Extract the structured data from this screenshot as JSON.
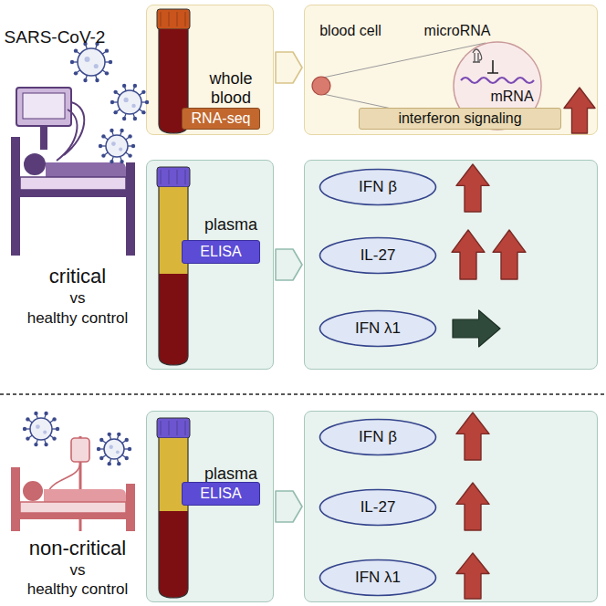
{
  "diagram": {
    "nodes": [
      {
        "text": [
          "whole blood"
        ]
      },
      {
        "text": [
          "RNA-seq"
        ],
        "in": 0
      },
      {
        "text": [
          "blood cell",
          "microRNA",
          "mRNA"
        ]
      },
      {
        "text": [
          "interferon signaling"
        ],
        "in": 2
      },
      {
        "text": [
          "plasma"
        ]
      },
      {
        "text": [
          "ELISA"
        ],
        "in": 4
      },
      {
        "text": []
      },
      {
        "text": [
          "IFN β"
        ],
        "in": 6
      },
      {
        "text": [
          "IL-27"
        ],
        "in": 6
      },
      {
        "text": [
          "IFN λ1"
        ],
        "in": 6
      },
      {
        "text": [
          "plasma"
        ]
      },
      {
        "text": [
          "ELISA"
        ],
        "in": 10
      },
      {
        "text": []
      },
      {
        "text": [
          "IFN β"
        ],
        "in": 12
      },
      {
        "text": [
          "IL-27"
        ],
        "in": 12
      },
      {
        "text": [
          "IFN λ1"
        ],
        "in": 12
      }
    ],
    "edges": [
      {
        "from": 0,
        "to": 2,
        "arrow": "to"
      },
      {
        "from": 4,
        "to": 6,
        "arrow": "to"
      },
      {
        "from": 10,
        "to": 12,
        "arrow": "to"
      }
    ],
    "labels": [
      "SARS-CoV-2",
      "critical",
      "vs",
      "healthy control",
      "non-critical",
      "vs",
      "healthy control"
    ]
  }
}
